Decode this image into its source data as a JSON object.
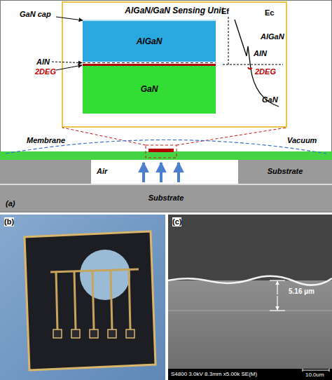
{
  "diagram": {
    "nodes": [
      {
        "text": [
          "AlGaN/GaN Sensing Unit"
        ]
      },
      {
        "text": [
          "AlGaN"
        ],
        "in": 0
      },
      {
        "text": [
          "GaN"
        ],
        "in": 0
      },
      {
        "text": [
          "Air"
        ]
      },
      {
        "text": [
          "Substrate"
        ]
      },
      {
        "text": [
          "Substrate"
        ]
      },
      {
        "text": [
          "(b)"
        ]
      },
      {
        "text": [
          "(c)",
          "5.16 µm",
          "S4800 3.0kV 8.3mm x5.00k SE(M)",
          "10.0um"
        ]
      }
    ],
    "labels": [
      "GaN cap",
      "AlN",
      "2DEG",
      "Ef",
      "Ec",
      "AlGaN",
      "AlN",
      "2DEG",
      "GaN",
      "Membrane",
      "Vacuum",
      "(a)"
    ]
  }
}
